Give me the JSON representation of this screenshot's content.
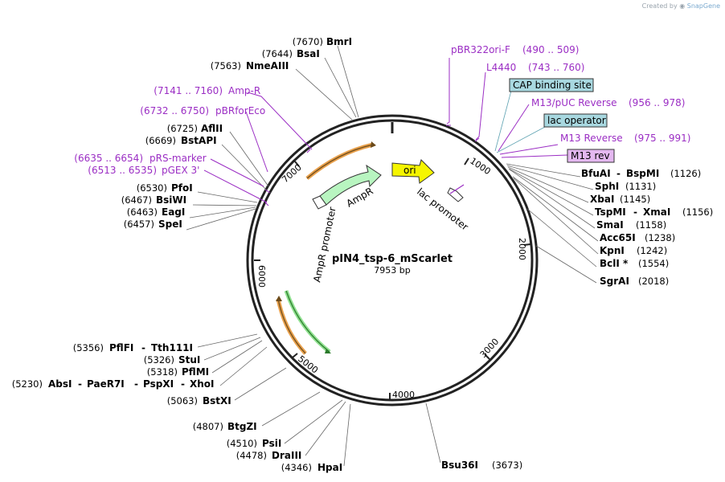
{
  "credit": {
    "prefix": "Created by",
    "brand": "SnapGene"
  },
  "plasmid": {
    "name": "pIN4_tsp-6_mScarlet",
    "size": "7953 bp"
  },
  "ruler": [
    "1000",
    "2000",
    "3000",
    "4000",
    "5000",
    "6000",
    "7000"
  ],
  "features": {
    "ori": "ori",
    "lac_promoter": "lac promoter",
    "ampr": "AmpR",
    "ampr_promoter": "AmpR promoter"
  },
  "primers": [
    {
      "name": "pBR322ori-F",
      "range": "(490 .. 509)"
    },
    {
      "name": "L4440",
      "range": "(743 .. 760)"
    },
    {
      "name": "M13/pUC Reverse",
      "range": "(956 .. 978)"
    },
    {
      "name": "M13 Reverse",
      "range": "(975 .. 991)"
    },
    {
      "name": "Amp-R",
      "range": "(7141 .. 7160)"
    },
    {
      "name": "pBRforEco",
      "range": "(6732 .. 6750)"
    },
    {
      "name": "pRS-marker",
      "range": "(6635 .. 6654)"
    },
    {
      "name": "pGEX 3'",
      "range": "(6513 .. 6535)"
    }
  ],
  "boxed": {
    "cap": "CAP binding site",
    "lacop": "lac operator",
    "m13rev": "M13 rev"
  },
  "sites_right": [
    {
      "a": "BfuAI",
      "b": "BspMI",
      "pos": "(1126)"
    },
    {
      "a": "SphI",
      "pos": "(1131)"
    },
    {
      "a": "XbaI",
      "pos": "(1145)"
    },
    {
      "a": "TspMI",
      "b": "XmaI",
      "pos": "(1156)"
    },
    {
      "a": "SmaI",
      "pos": "(1158)"
    },
    {
      "a": "Acc65I",
      "pos": "(1238)"
    },
    {
      "a": "KpnI",
      "pos": "(1242)"
    },
    {
      "a": "BclI *",
      "pos": "(1554)"
    },
    {
      "a": "SgrAI",
      "pos": "(2018)"
    }
  ],
  "sites_top_left": [
    {
      "a": "BmrI",
      "pos": "(7670)"
    },
    {
      "a": "BsaI",
      "pos": "(7644)"
    },
    {
      "a": "NmeAIII",
      "pos": "(7563)"
    }
  ],
  "sites_left": [
    {
      "a": "AflII",
      "pos": "(6725)"
    },
    {
      "a": "BstAPI",
      "pos": "(6669)"
    },
    {
      "a": "PfoI",
      "pos": "(6530)"
    },
    {
      "a": "BsiWI",
      "pos": "(6467)"
    },
    {
      "a": "EagI",
      "pos": "(6463)"
    },
    {
      "a": "SpeI",
      "pos": "(6457)"
    }
  ],
  "sites_bottom_left": [
    {
      "a": "PflFI",
      "b": "Tth111I",
      "pos": "(5356)"
    },
    {
      "a": "StuI",
      "pos": "(5326)"
    },
    {
      "a": "PflMI",
      "pos": "(5318)"
    },
    {
      "a": "AbsI",
      "b": "PaeR7I",
      "c": "PspXI",
      "d": "XhoI",
      "pos": "(5230)"
    },
    {
      "a": "BstXI",
      "pos": "(5063)"
    },
    {
      "a": "BtgZI",
      "pos": "(4807)"
    },
    {
      "a": "PsiI",
      "pos": "(4510)"
    },
    {
      "a": "DraIII",
      "pos": "(4478)"
    },
    {
      "a": "HpaI",
      "pos": "(4346)"
    },
    {
      "a": "Bsu36I",
      "pos": "(3673)"
    }
  ],
  "colors": {
    "backbone": "#222222",
    "primer": "#9b2ec4",
    "ori": "#f5f500",
    "ampr": "#b8f5c0",
    "orange": "#e8a04c",
    "green": "#3faa3f",
    "box": "#a8d8e0",
    "m13box": "#e4b8f0"
  }
}
